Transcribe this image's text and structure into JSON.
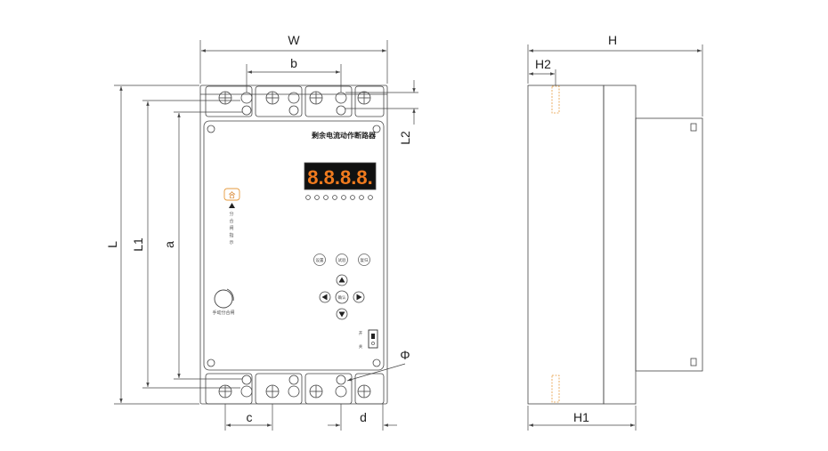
{
  "labels": {
    "W": "W",
    "b": "b",
    "L": "L",
    "L1": "L1",
    "a": "a",
    "L2": "L2",
    "c": "c",
    "d": "d",
    "phi": "Φ",
    "H": "H",
    "H2": "H2",
    "H1": "H1"
  },
  "panel": {
    "title": "剩余电流动作断路器",
    "display": "8.8.8.8.",
    "close_button": "合",
    "indicator_text": "分合闸指示",
    "manual_text": "手动分合闸",
    "btn_set": "设置",
    "btn_test": "试验",
    "btn_reset": "复归",
    "btn_confirm": "确认",
    "switch_on": "开",
    "switch_off": "关"
  },
  "colors": {
    "line": "#333333",
    "dim": "#444444",
    "display_bg": "#111111",
    "display_digit": "#f07a1e",
    "accent": "#e69a3c"
  }
}
